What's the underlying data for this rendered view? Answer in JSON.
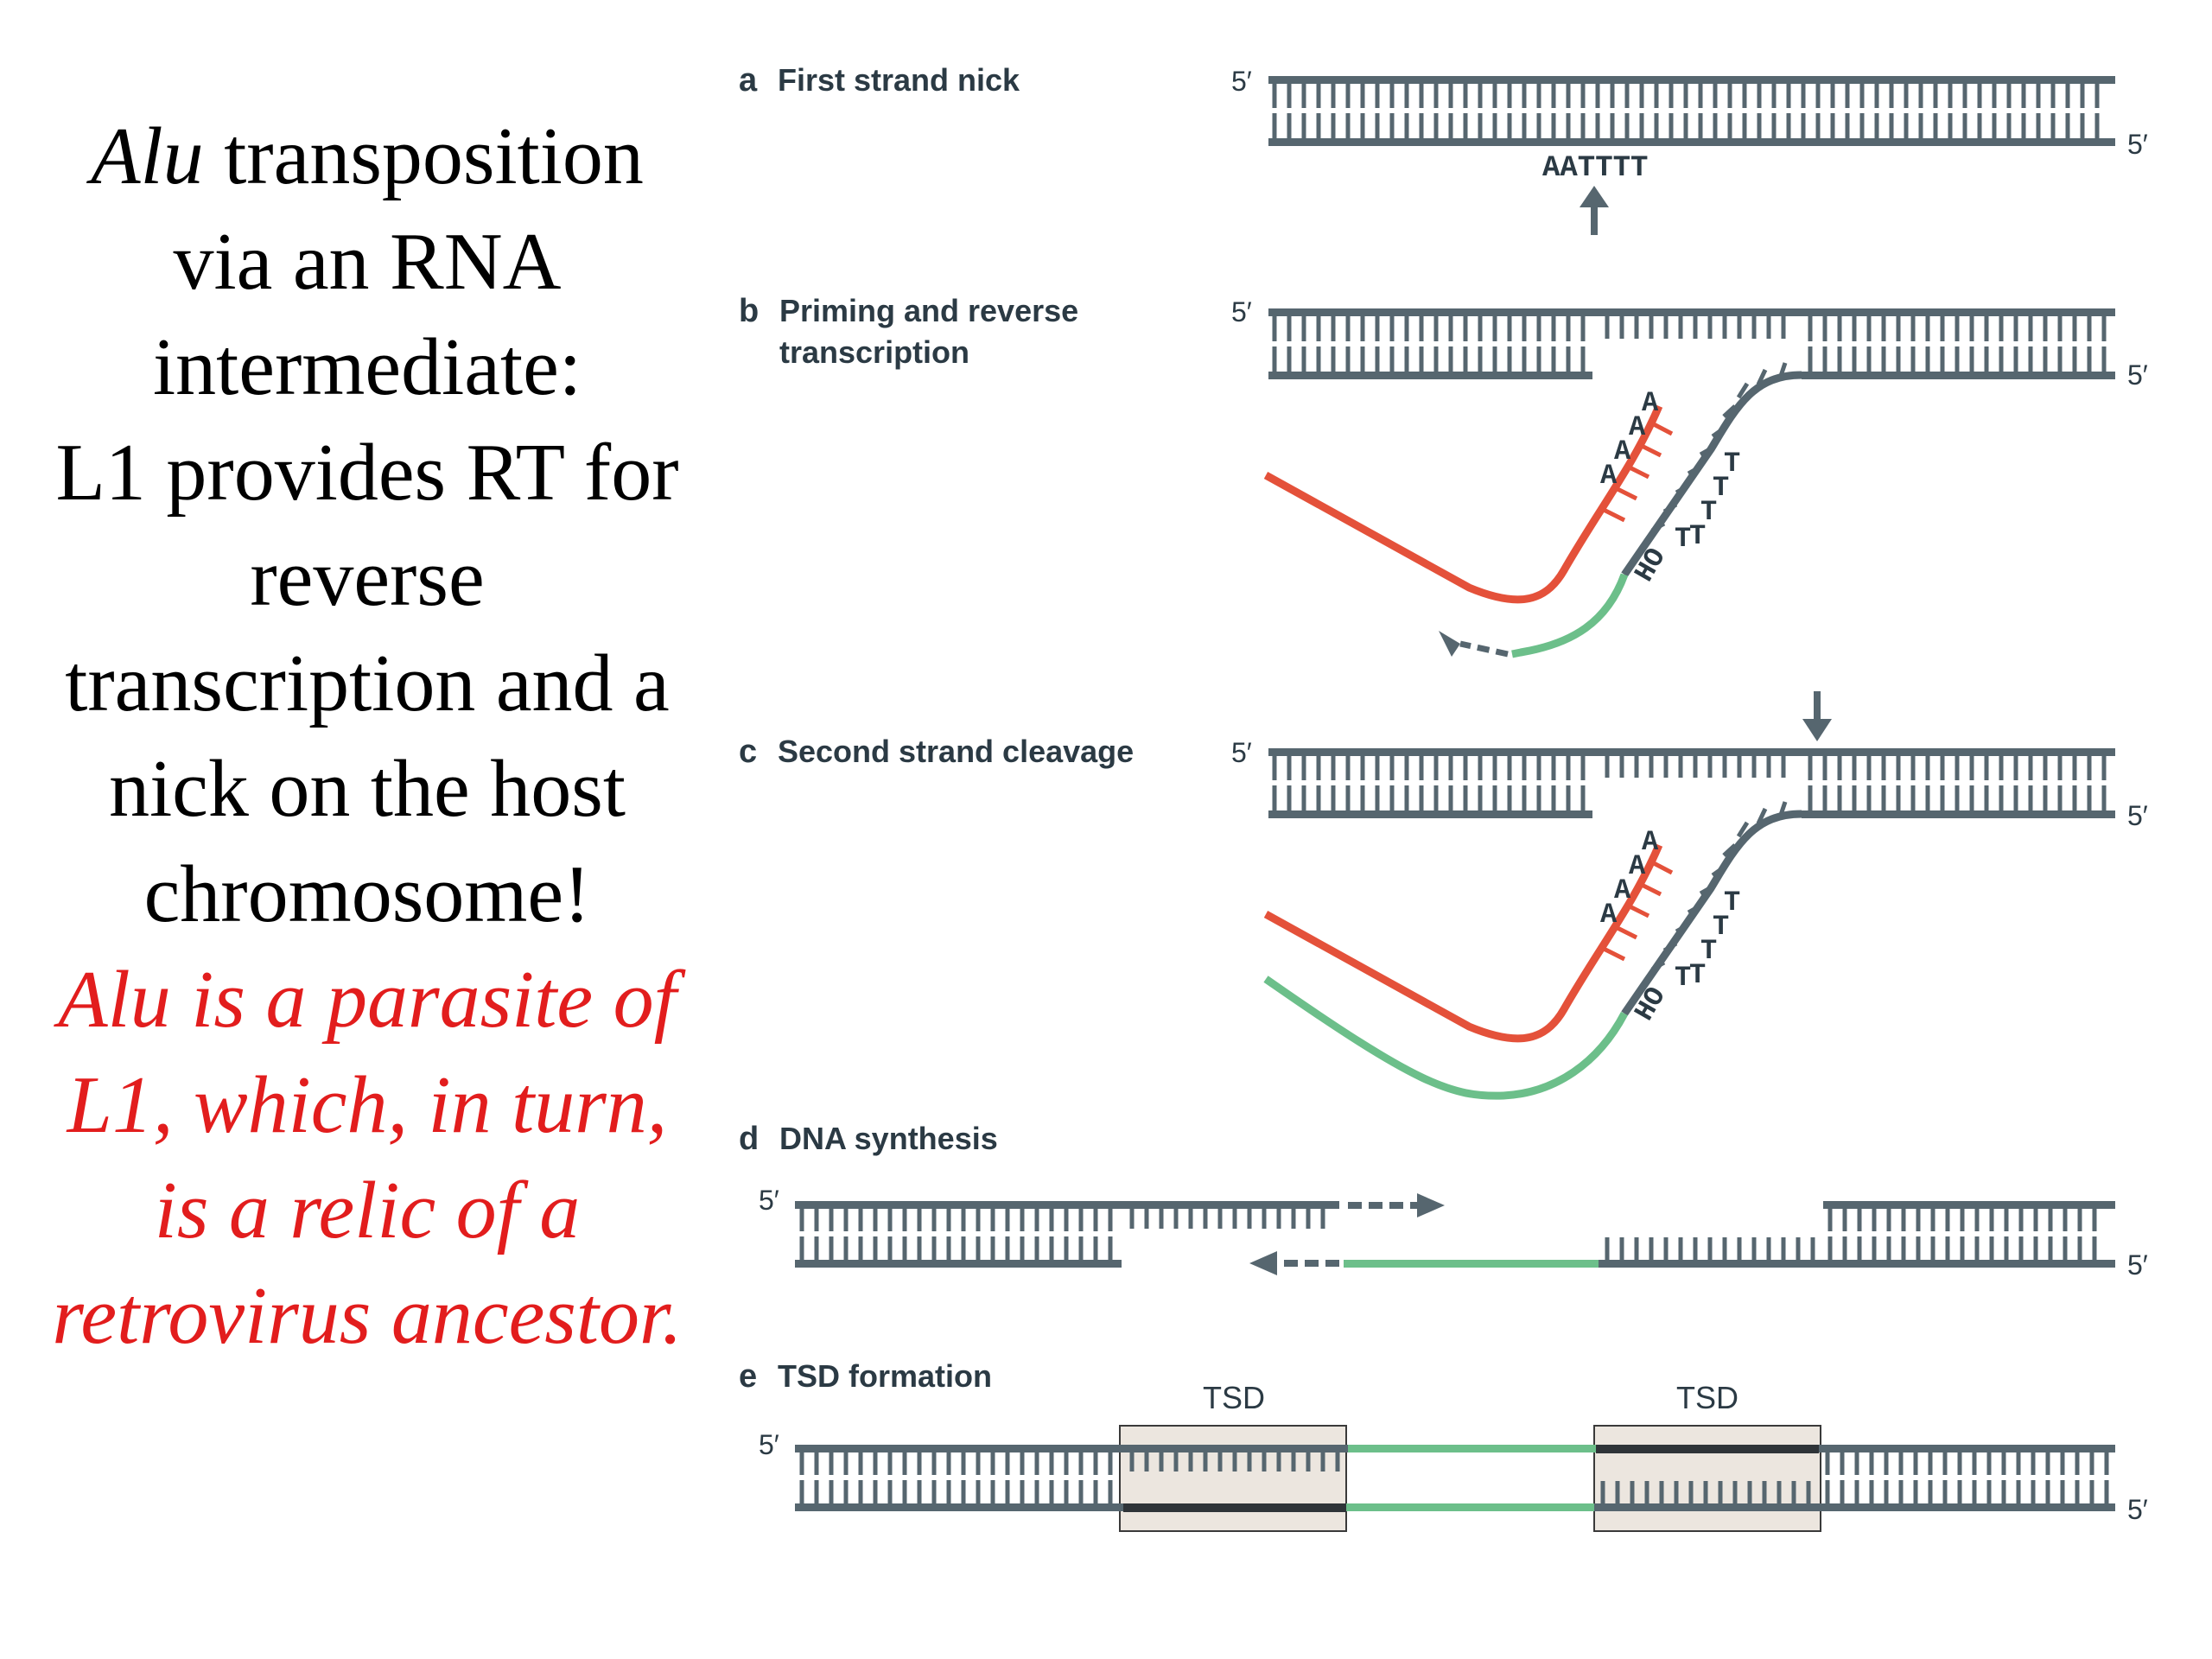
{
  "title_text": {
    "line1_italic": "Alu",
    "line1_rest": " transposition",
    "line2": "via an RNA",
    "line3": "intermediate:",
    "line4": "L1 provides RT for",
    "line5": "reverse",
    "line6": "transcription and a",
    "line7": "nick on the host",
    "line8": "chromosome!"
  },
  "red_text": {
    "line1": "Alu is a parasite of",
    "line2": "L1, which, in turn,",
    "line3": "is a relic of a",
    "line4": "retrovirus ancestor."
  },
  "panels": {
    "a": {
      "letter": "a",
      "title": "First strand nick",
      "sequence": "AATTTT"
    },
    "b": {
      "letter": "b",
      "title_line1": "Priming and reverse",
      "title_line2": "transcription"
    },
    "c": {
      "letter": "c",
      "title": "Second strand cleavage"
    },
    "d": {
      "letter": "d",
      "title": "DNA synthesis"
    },
    "e": {
      "letter": "e",
      "title": "TSD formation",
      "tsd_left": "TSD",
      "tsd_right": "TSD"
    }
  },
  "labels": {
    "five_prime": "5′",
    "polyA": [
      "A",
      "A",
      "A",
      "A"
    ],
    "polyT": [
      "T",
      "T",
      "T",
      "T",
      "T"
    ],
    "hydroxyl": "HO"
  },
  "colors": {
    "dna_strand": "#56666f",
    "rna": "#e4513a",
    "cdna": "#6cbf8a",
    "tsd_box": "#ece6df",
    "red_text": "#e21d1d"
  }
}
